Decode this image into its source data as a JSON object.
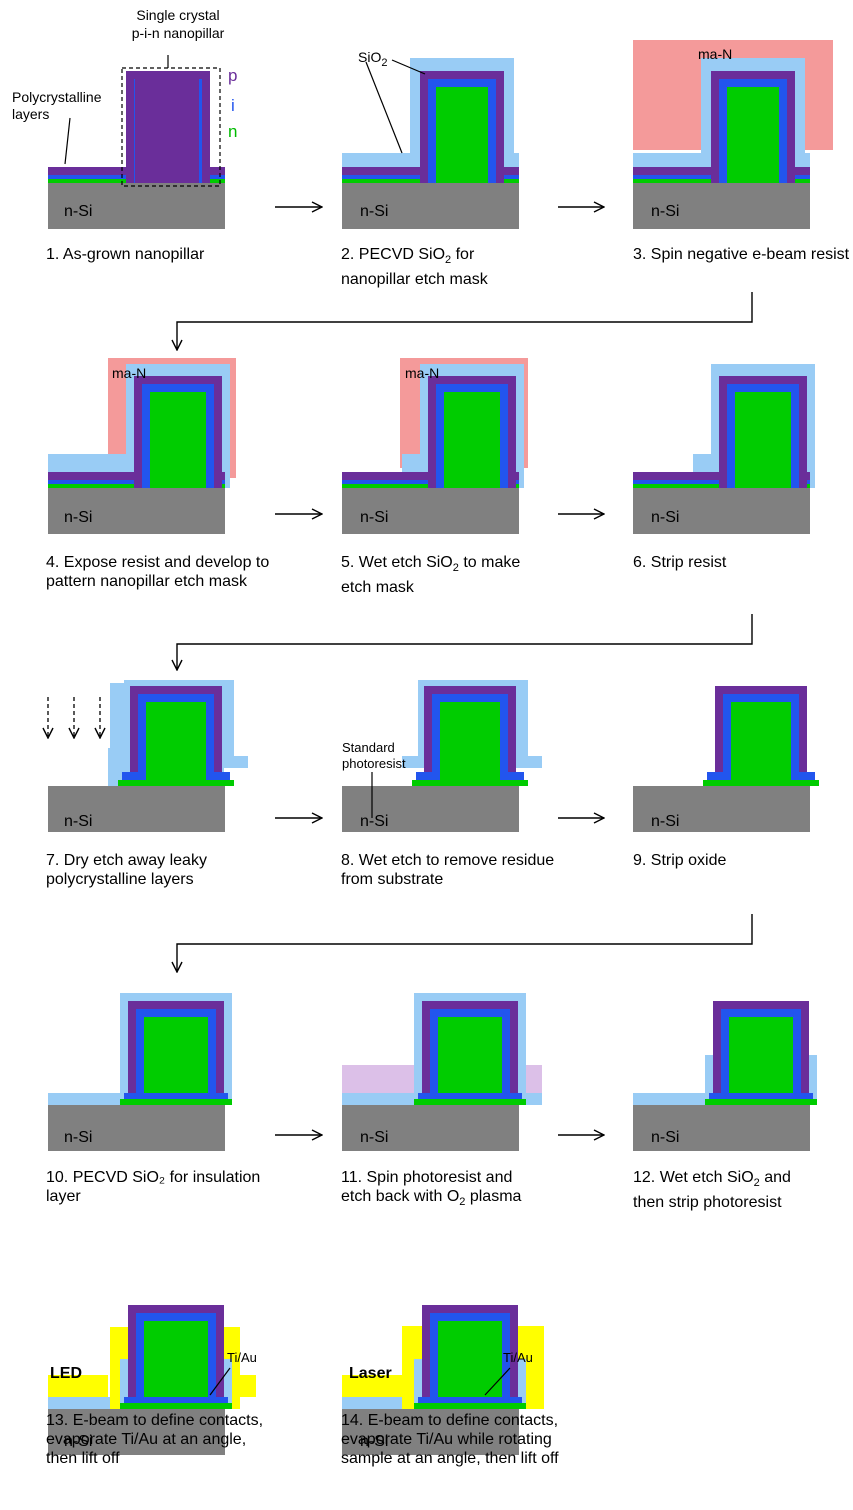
{
  "steps": [
    {
      "caption": "1. As-grown nanopillar"
    },
    {
      "caption": "2. PECVD SiO₂ for nanopillar etch mask"
    },
    {
      "caption": "3. Spin negative e-beam resist"
    },
    {
      "caption": "4. Expose resist and develop to pattern nanopillar etch mask"
    },
    {
      "caption": "5. Wet etch SiO₂ to make etch mask"
    },
    {
      "caption": "6. Strip resist"
    },
    {
      "caption": "7. Dry etch away leaky polycrystalline layers"
    },
    {
      "caption": "8. Wet etch to remove residue from substrate"
    },
    {
      "caption": "9. Strip oxide"
    },
    {
      "caption": "10. PECVD SiO₂ for insulation layer"
    },
    {
      "caption": "11. Spin photoresist and etch back with O₂ plasma"
    },
    {
      "caption": "12. Wet etch SiO₂ and then strip photoresist"
    },
    {
      "caption": "13. E-beam to define contacts, evaporate Ti/Au at an angle, then lift off"
    },
    {
      "caption": "14. E-beam to define contacts, evaporate Ti/Au while rotating sample at an angle, then lift off"
    }
  ],
  "labels": {
    "substrate": "n-Si",
    "single_crystal": "Single crystal p-i-n nanopillar",
    "single_crystal_l1": "Single crystal",
    "single_crystal_l2": "p-i-n nanopillar",
    "polycrystalline": "Polycrystalline layers",
    "poly_l1": "Polycrystalline",
    "poly_l2": "layers",
    "p": "p",
    "i": "i",
    "n": "n",
    "sio2": "SiO₂",
    "resist": "ma-N",
    "photoresist_l1": "Standard",
    "photoresist_l2": "photoresist",
    "metal": "Ti/Au",
    "led": "LED",
    "laser": "Laser"
  },
  "colors": {
    "substrate": "#808080",
    "n_layer": "#00cc00",
    "i_layer": "#2255ee",
    "p_layer": "#6a2e9a",
    "sio2": "#99ccf5",
    "resist": "#f49a9a",
    "photoresist": "#dcc0e8",
    "metal": "#ffff00"
  }
}
